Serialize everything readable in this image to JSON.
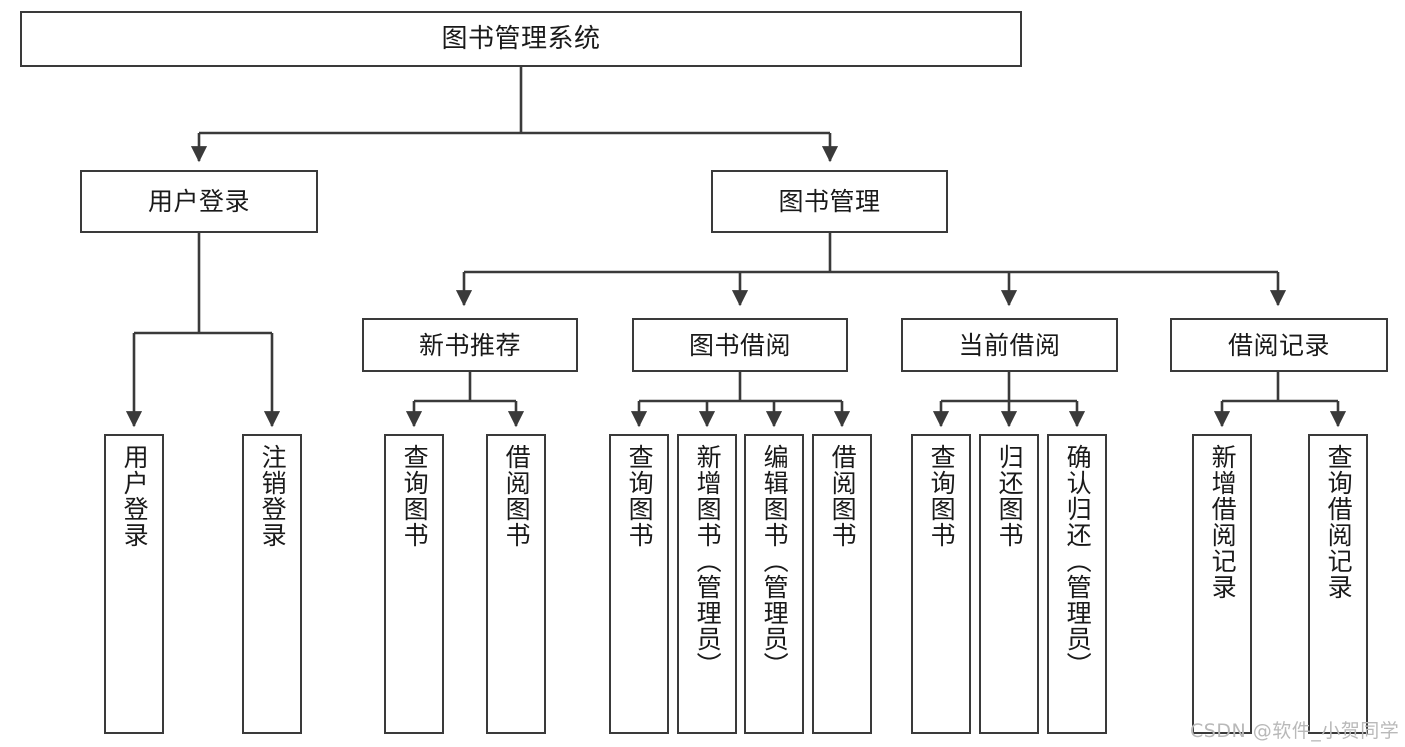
{
  "diagram": {
    "title": "图书管理系统",
    "type": "hierarchy-tree",
    "root": {
      "id": "root",
      "label": "图书管理系统"
    },
    "level2": [
      {
        "id": "user-login",
        "label": "用户登录"
      },
      {
        "id": "book-management",
        "label": "图书管理"
      }
    ],
    "level3": [
      {
        "id": "new-book-recommend",
        "label": "新书推荐",
        "parent": "book-management"
      },
      {
        "id": "book-borrow",
        "label": "图书借阅",
        "parent": "book-management"
      },
      {
        "id": "current-borrow",
        "label": "当前借阅",
        "parent": "book-management"
      },
      {
        "id": "borrow-record",
        "label": "借阅记录",
        "parent": "book-management"
      }
    ],
    "leaves": [
      {
        "id": "leaf-user-login",
        "label": "用户登录",
        "parent": "user-login"
      },
      {
        "id": "leaf-logout-login",
        "label": "注销登录",
        "parent": "user-login"
      },
      {
        "id": "leaf-query-book-1",
        "label": "查询图书",
        "parent": "new-book-recommend"
      },
      {
        "id": "leaf-borrow-book-1",
        "label": "借阅图书",
        "parent": "new-book-recommend"
      },
      {
        "id": "leaf-query-book-2",
        "label": "查询图书",
        "parent": "book-borrow"
      },
      {
        "id": "leaf-add-book",
        "label": "新增图书（管理员）",
        "parent": "book-borrow"
      },
      {
        "id": "leaf-edit-book",
        "label": "编辑图书（管理员）",
        "parent": "book-borrow"
      },
      {
        "id": "leaf-borrow-book-2",
        "label": "借阅图书",
        "parent": "book-borrow"
      },
      {
        "id": "leaf-query-book-3",
        "label": "查询图书",
        "parent": "current-borrow"
      },
      {
        "id": "leaf-return-book",
        "label": "归还图书",
        "parent": "current-borrow"
      },
      {
        "id": "leaf-confirm-return",
        "label": "确认归还（管理员）",
        "parent": "current-borrow"
      },
      {
        "id": "leaf-add-record",
        "label": "新增借阅记录",
        "parent": "borrow-record"
      },
      {
        "id": "leaf-query-record",
        "label": "查询借阅记录",
        "parent": "borrow-record"
      }
    ]
  },
  "watermark": {
    "text": "CSDN @软件_小贺同学"
  },
  "colors": {
    "stroke": "#3a3a3a",
    "fill": "#ffffff",
    "text": "#1a1a1a",
    "watermark": "#b9b9b9"
  }
}
